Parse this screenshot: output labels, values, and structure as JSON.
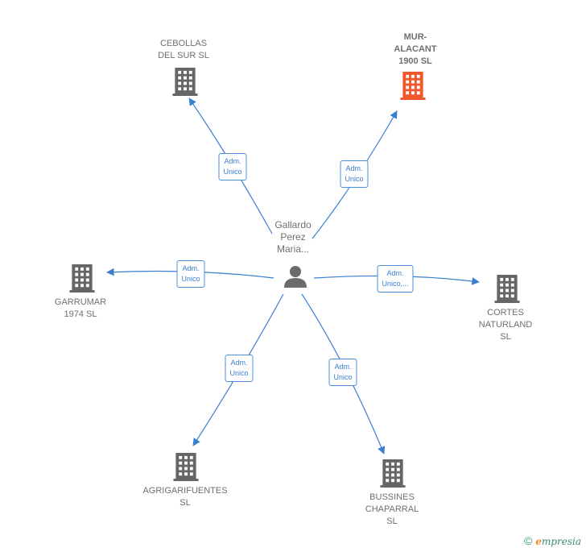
{
  "center": {
    "name": "Gallardo\nPerez\nMaria..."
  },
  "companies": [
    {
      "id": "cebollas",
      "label": "CEBOLLAS\nDEL SUR  SL",
      "color": "#666666"
    },
    {
      "id": "mur",
      "label": "MUR-\nALACANT\n1900  SL",
      "color": "#f0572a"
    },
    {
      "id": "garrumar",
      "label": "GARRUMAR\n1974  SL",
      "color": "#666666"
    },
    {
      "id": "cortes",
      "label": "CORTES\nNATURLAND\nSL",
      "color": "#666666"
    },
    {
      "id": "agrigarifuentes",
      "label": "AGRIGARIFUENTES\nSL",
      "color": "#666666"
    },
    {
      "id": "bussines",
      "label": "BUSSINES\nCHAPARRAL\nSL",
      "color": "#666666"
    }
  ],
  "edges": [
    {
      "to": "cebollas",
      "label": "Adm.\nUnico"
    },
    {
      "to": "mur",
      "label": "Adm.\nUnico"
    },
    {
      "to": "garrumar",
      "label": "Adm.\nUnico"
    },
    {
      "to": "cortes",
      "label": "Adm.\nUnico,..."
    },
    {
      "to": "agrigarifuentes",
      "label": "Adm.\nUnico"
    },
    {
      "to": "bussines",
      "label": "Adm.\nUnico"
    }
  ],
  "footer": {
    "copyright": "©",
    "brand_first": "e",
    "brand_rest": "mpresia"
  }
}
